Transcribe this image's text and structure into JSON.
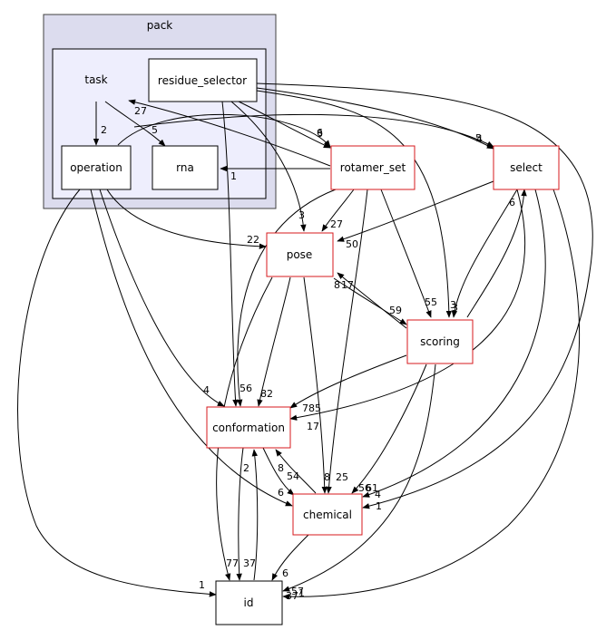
{
  "clusters": {
    "pack": "pack",
    "task": "task"
  },
  "nodes": {
    "residue_selector": "residue_selector",
    "operation": "operation",
    "rna": "rna",
    "rotamer_set": "rotamer_set",
    "select": "select",
    "pose": "pose",
    "scoring": "scoring",
    "conformation": "conformation",
    "chemical": "chemical",
    "id": "id"
  },
  "edge_labels": {
    "task_operation": "2",
    "task_rna": "5",
    "rotamer_set_task": "27",
    "residue_selector_rotamer_set": "6",
    "operation_rotamer_set": "3",
    "residue_selector_select": "5",
    "operation_select": "4",
    "rotamer_set_rna": "1",
    "operation_pose": "22",
    "residue_selector_pose": "3",
    "rotamer_set_pose": "27",
    "select_pose": "50",
    "scoring_pose": "8",
    "pose_scoring": "59",
    "pose_scoring_b": "17",
    "rotamer_set_scoring": "55",
    "residue_selector_scoring": "3",
    "select_scoring": "3",
    "scoring_select": "6",
    "residue_selector_conformation": "5",
    "operation_conformation": "4",
    "rotamer_set_conformation": "6",
    "pose_conformation": "82",
    "scoring_conformation": "7",
    "select_conformation": "85",
    "conformation_chemical": "54",
    "chemical_conformation": "8",
    "chemical_conformation_b": "17",
    "operation_chemical": "6",
    "pose_chemical": "8",
    "rotamer_set_chemical": "25",
    "scoring_chemical": "56",
    "select_chemical": "61",
    "residue_selector_chemical": "4",
    "conformation_id": "77",
    "id_conformation": "2",
    "pose_id": "37",
    "operation_id": "1",
    "chemical_id": "6",
    "scoring_id": "57",
    "select_id": "1",
    "residue_selector_id": "1",
    "conformation_id_b": "37"
  },
  "colors": {
    "cluster_outer_fill": "#dcdcee",
    "cluster_inner_fill": "#eeeefd",
    "external_node_border": "#d7191c"
  }
}
